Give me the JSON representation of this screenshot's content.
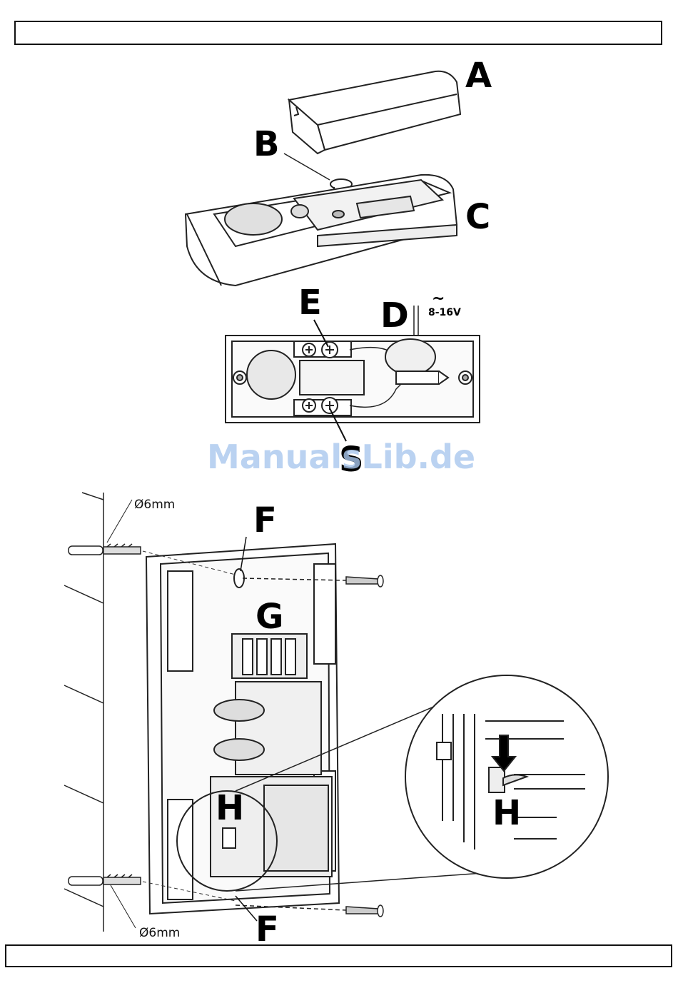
{
  "labels": {
    "a": "A",
    "b": "B",
    "c": "C",
    "d": "D",
    "e": "E",
    "s": "S",
    "f_top": "F",
    "f_bottom": "F",
    "g": "G",
    "h_main": "H",
    "h_zoom": "H"
  },
  "voltage": "8-16V",
  "ac_symbol": "~",
  "dim_top": "Ø6mm",
  "dim_bottom": "Ø6mm",
  "watermark": "ManualsLib.de"
}
